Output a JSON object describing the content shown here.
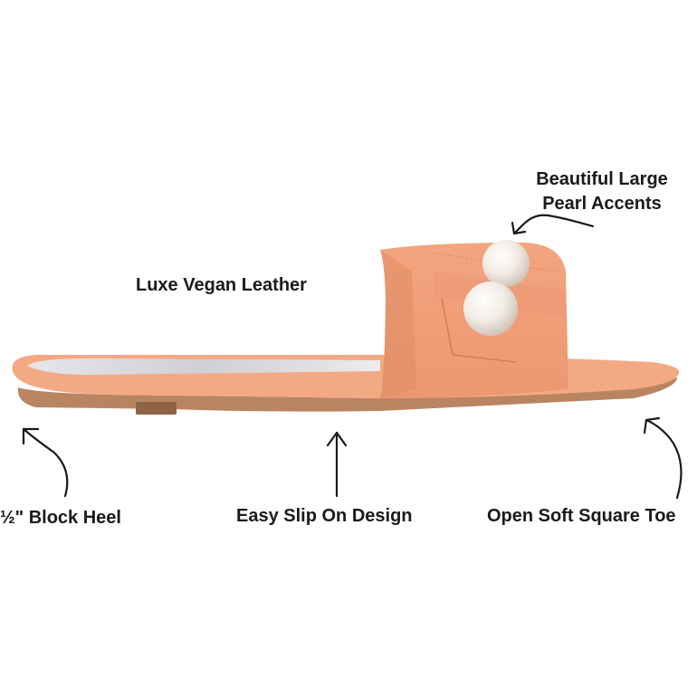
{
  "callouts": {
    "pearl_line1": "Beautiful Large",
    "pearl_line2": "Pearl Accents",
    "leather": "Luxe Vegan Leather",
    "heel": "½\" Block Heel",
    "slip": "Easy Slip On Design",
    "toe": "Open Soft Square Toe"
  },
  "colors": {
    "background": "#ffffff",
    "strap": "#f0a078",
    "strap_shadow": "#d98a63",
    "footbed": "#f4a985",
    "sole": "#b98560",
    "insole_silver": "#d9d9dc",
    "pearl": "#f3eee8",
    "text": "#1a1a1a"
  }
}
